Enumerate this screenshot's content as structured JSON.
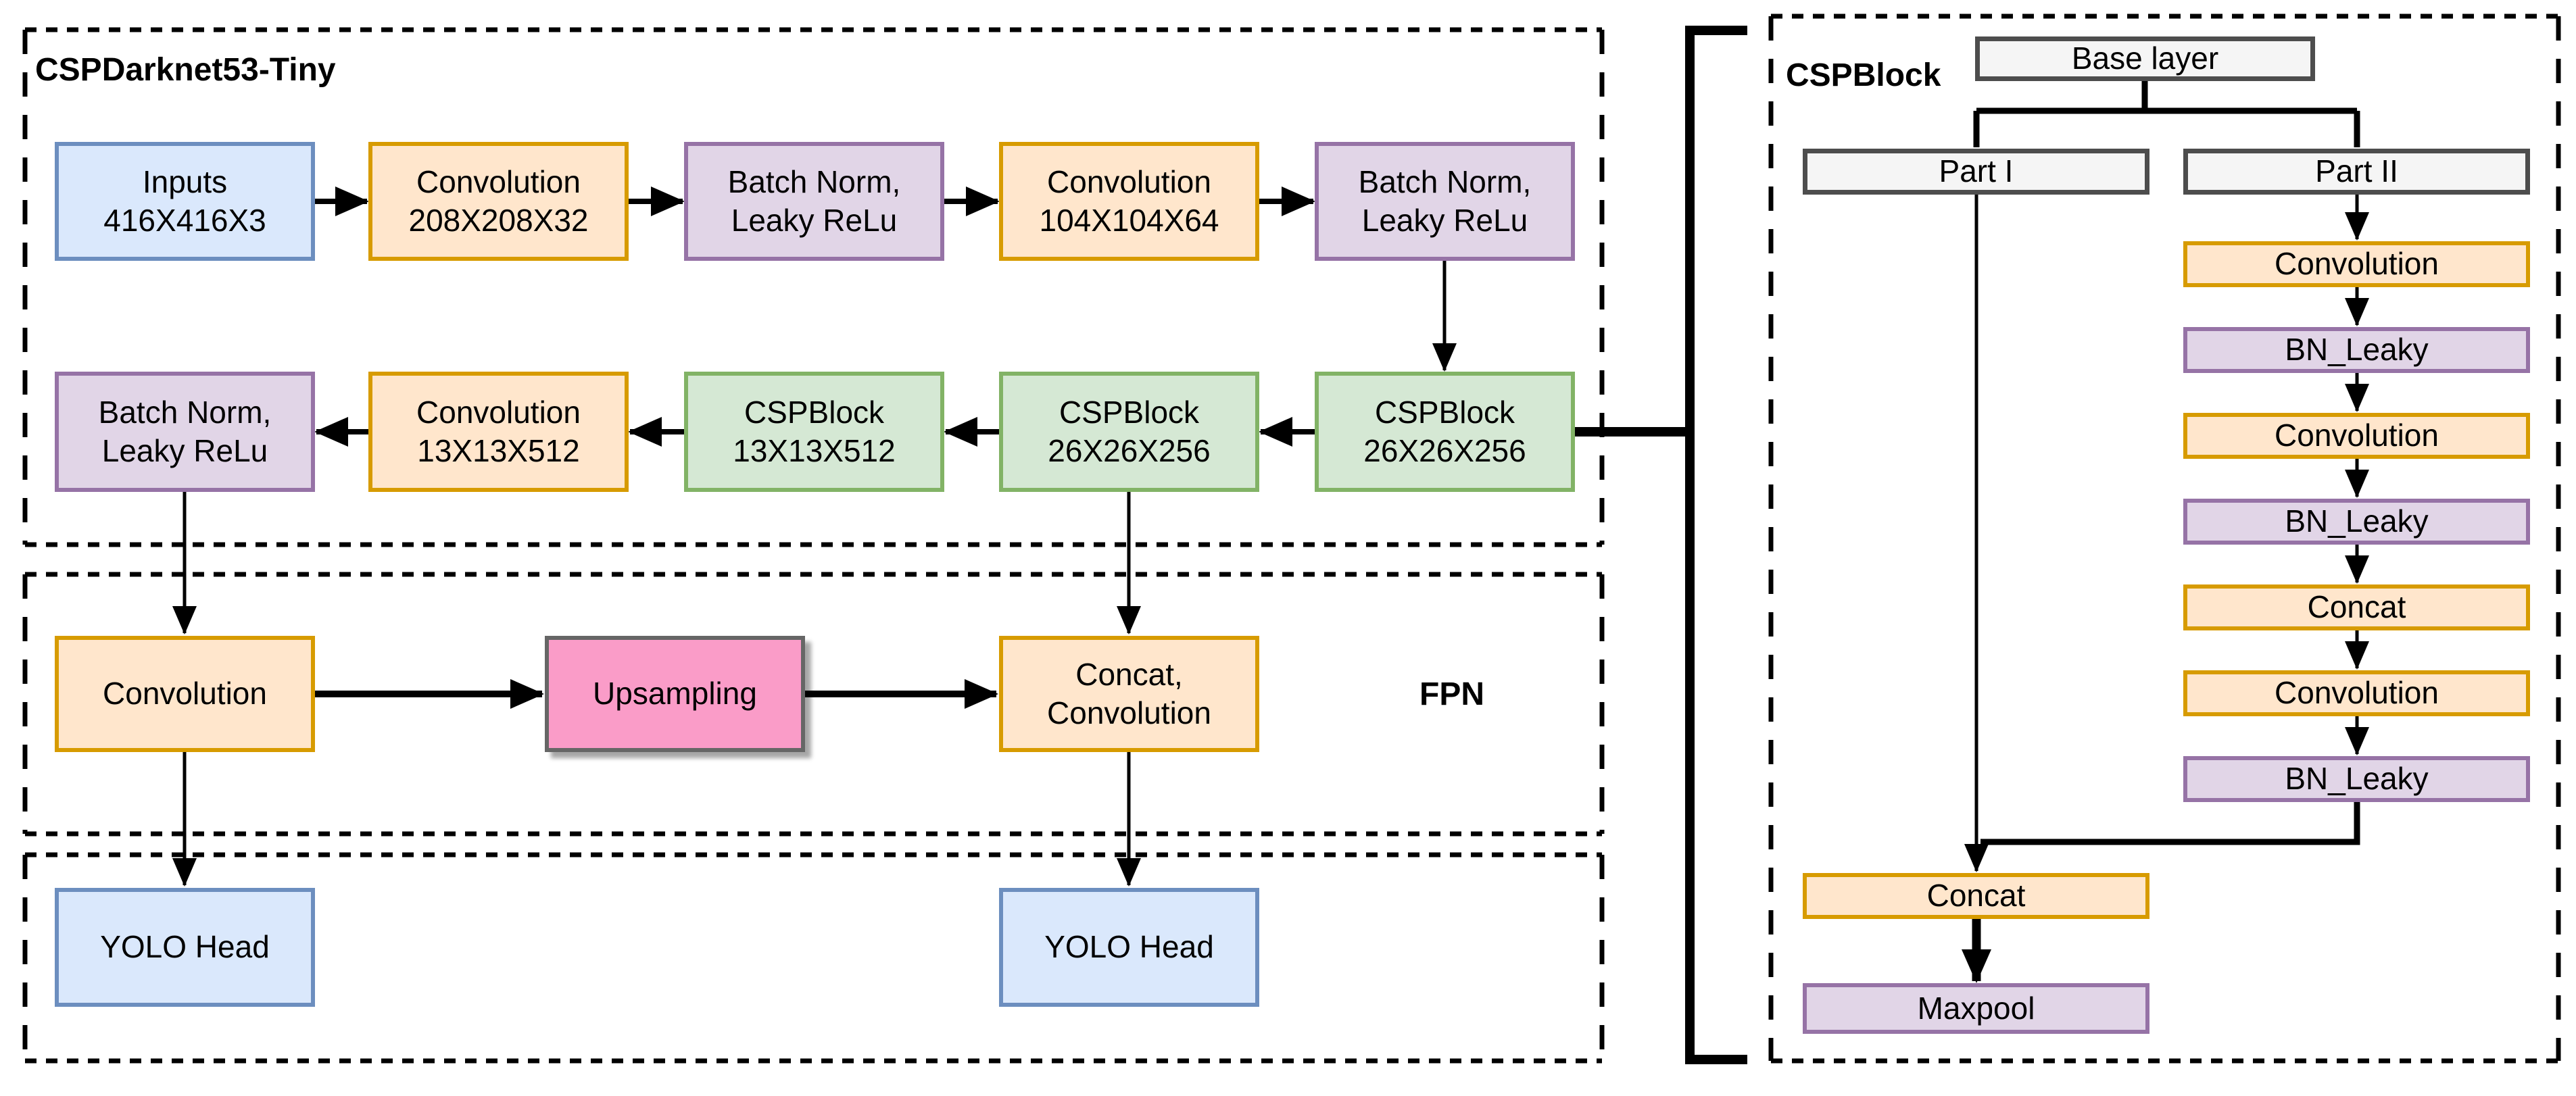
{
  "backbone": {
    "title": "CSPDarknet53-Tiny",
    "row1": [
      {
        "label": "Inputs\n416X416X3",
        "type": "input"
      },
      {
        "label": "Convolution\n208X208X32",
        "type": "convolution"
      },
      {
        "label": "Batch Norm,\nLeaky ReLu",
        "type": "batchnorm"
      },
      {
        "label": "Convolution\n104X104X64",
        "type": "convolution"
      },
      {
        "label": "Batch Norm,\nLeaky ReLu",
        "type": "batchnorm"
      }
    ],
    "row2": [
      {
        "label": "Batch Norm,\nLeaky ReLu",
        "type": "batchnorm"
      },
      {
        "label": "Convolution\n13X13X512",
        "type": "convolution"
      },
      {
        "label": "CSPBlock\n13X13X512",
        "type": "cspblock"
      },
      {
        "label": "CSPBlock\n26X26X256",
        "type": "cspblock"
      },
      {
        "label": "CSPBlock\n26X26X256",
        "type": "cspblock"
      }
    ]
  },
  "fpn": {
    "title": "FPN",
    "nodes": [
      {
        "label": "Convolution",
        "type": "convolution"
      },
      {
        "label": "Upsampling",
        "type": "upsampling"
      },
      {
        "label": "Concat,\nConvolution",
        "type": "convolution"
      }
    ]
  },
  "heads": [
    {
      "label": "YOLO Head"
    },
    {
      "label": "YOLO Head"
    }
  ],
  "panel": {
    "title": "CSPBlock",
    "base": {
      "label": "Base layer"
    },
    "part1": {
      "label": "Part I"
    },
    "part2": {
      "label": "Part II"
    },
    "stack": [
      {
        "label": "Convolution",
        "type": "convolution"
      },
      {
        "label": "BN_Leaky",
        "type": "batchnorm"
      },
      {
        "label": "Convolution",
        "type": "convolution"
      },
      {
        "label": "BN_Leaky",
        "type": "batchnorm"
      },
      {
        "label": "Concat",
        "type": "convolution"
      },
      {
        "label": "Convolution",
        "type": "convolution"
      },
      {
        "label": "BN_Leaky",
        "type": "batchnorm"
      }
    ],
    "concat": {
      "label": "Concat"
    },
    "maxpool": {
      "label": "Maxpool"
    }
  },
  "colors": {
    "input_head_fill": "#dae8fc",
    "input_head_stroke": "#6c8ebf",
    "convolution_fill": "#ffe6cc",
    "convolution_stroke": "#d79b00",
    "batchnorm_fill": "#e1d5e7",
    "batchnorm_stroke": "#9673a6",
    "cspblock_fill": "#d5e8d4",
    "cspblock_stroke": "#82b366",
    "upsampling_fill": "#fa9cc8",
    "upsampling_stroke": "#666666",
    "gray_fill": "#f5f5f5",
    "gray_stroke": "#4d4d4d",
    "line_color": "#000000"
  }
}
